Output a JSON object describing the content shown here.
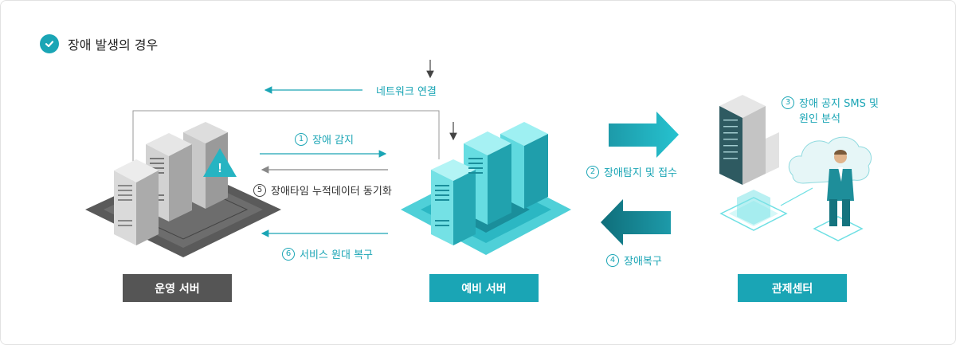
{
  "header": {
    "title": "장애 발생의 경우",
    "icon": "check-circle-icon"
  },
  "labels": {
    "network": "네트워크 연결",
    "step1": {
      "num": "1",
      "text": "장애 감지"
    },
    "step5": {
      "num": "5",
      "text": "장애타임 누적데이터 동기화"
    },
    "step6": {
      "num": "6",
      "text": "서비스 원대 복구"
    },
    "step2": {
      "num": "2",
      "text": "장애탐지 및 접수"
    },
    "step4": {
      "num": "4",
      "text": "장애복구"
    },
    "step3": {
      "num": "3",
      "line1": "장애 공지 SMS 및",
      "line2": "원인 분석"
    }
  },
  "nodes": {
    "main": "운영 서버",
    "backup": "예비 서버",
    "control": "관제센터"
  },
  "colors": {
    "teal": "#1aa5b5",
    "dark": "#555555",
    "gray": "#888888"
  }
}
